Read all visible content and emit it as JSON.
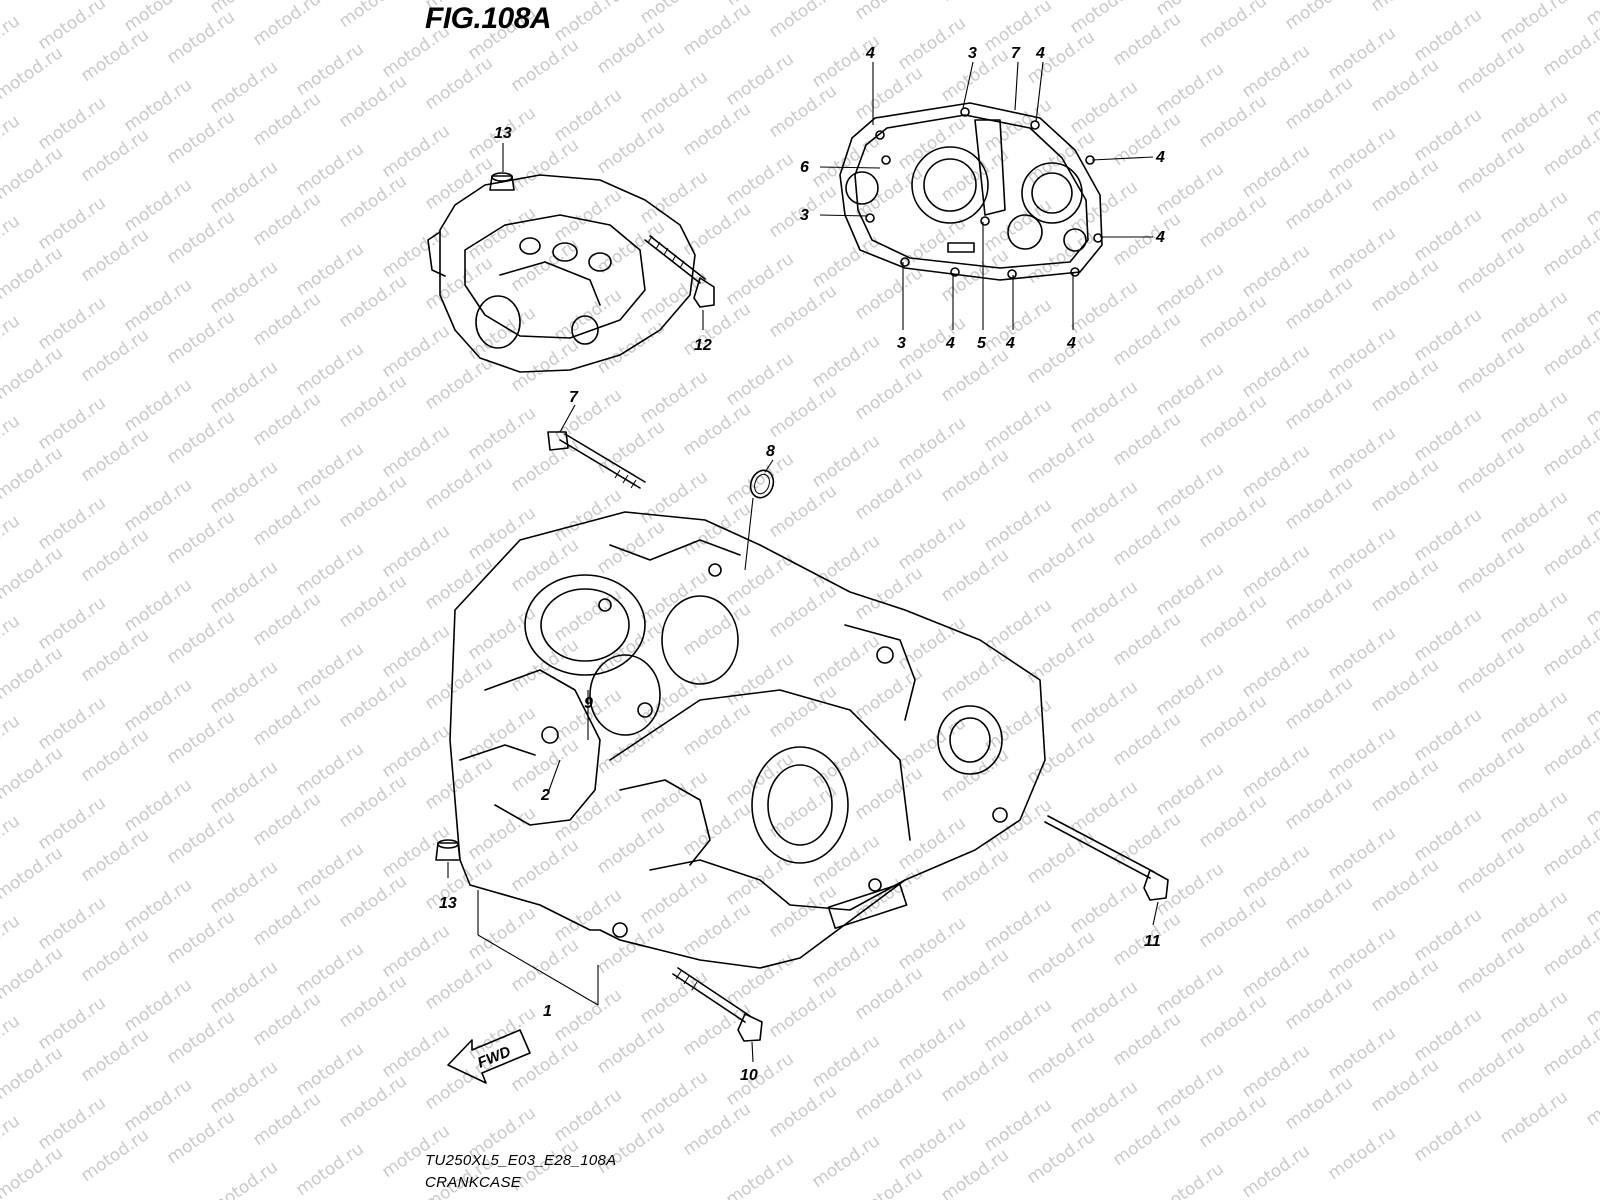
{
  "figure": {
    "title": "FIG.108A",
    "model_code": "TU250XL5_E03_E28_108A",
    "caption": "CRANKCASE"
  },
  "watermark": {
    "text": "motod.ru",
    "color": "#c9c9c9"
  },
  "fwd_arrow": {
    "label": "FWD"
  },
  "callouts": [
    {
      "id": "c1",
      "label": "1"
    },
    {
      "id": "c2",
      "label": "2"
    },
    {
      "id": "c3a",
      "label": "3"
    },
    {
      "id": "c3b",
      "label": "3"
    },
    {
      "id": "c3c",
      "label": "3"
    },
    {
      "id": "c4a",
      "label": "4"
    },
    {
      "id": "c4b",
      "label": "4"
    },
    {
      "id": "c4c",
      "label": "4"
    },
    {
      "id": "c4d",
      "label": "4"
    },
    {
      "id": "c4e",
      "label": "4"
    },
    {
      "id": "c4f",
      "label": "4"
    },
    {
      "id": "c4g",
      "label": "4"
    },
    {
      "id": "c5",
      "label": "5"
    },
    {
      "id": "c6",
      "label": "6"
    },
    {
      "id": "c7a",
      "label": "7"
    },
    {
      "id": "c7b",
      "label": "7"
    },
    {
      "id": "c8",
      "label": "8"
    },
    {
      "id": "c9",
      "label": "9"
    },
    {
      "id": "c10",
      "label": "10"
    },
    {
      "id": "c11",
      "label": "11"
    },
    {
      "id": "c12",
      "label": "12"
    },
    {
      "id": "c13a",
      "label": "13"
    },
    {
      "id": "c13b",
      "label": "13"
    }
  ]
}
